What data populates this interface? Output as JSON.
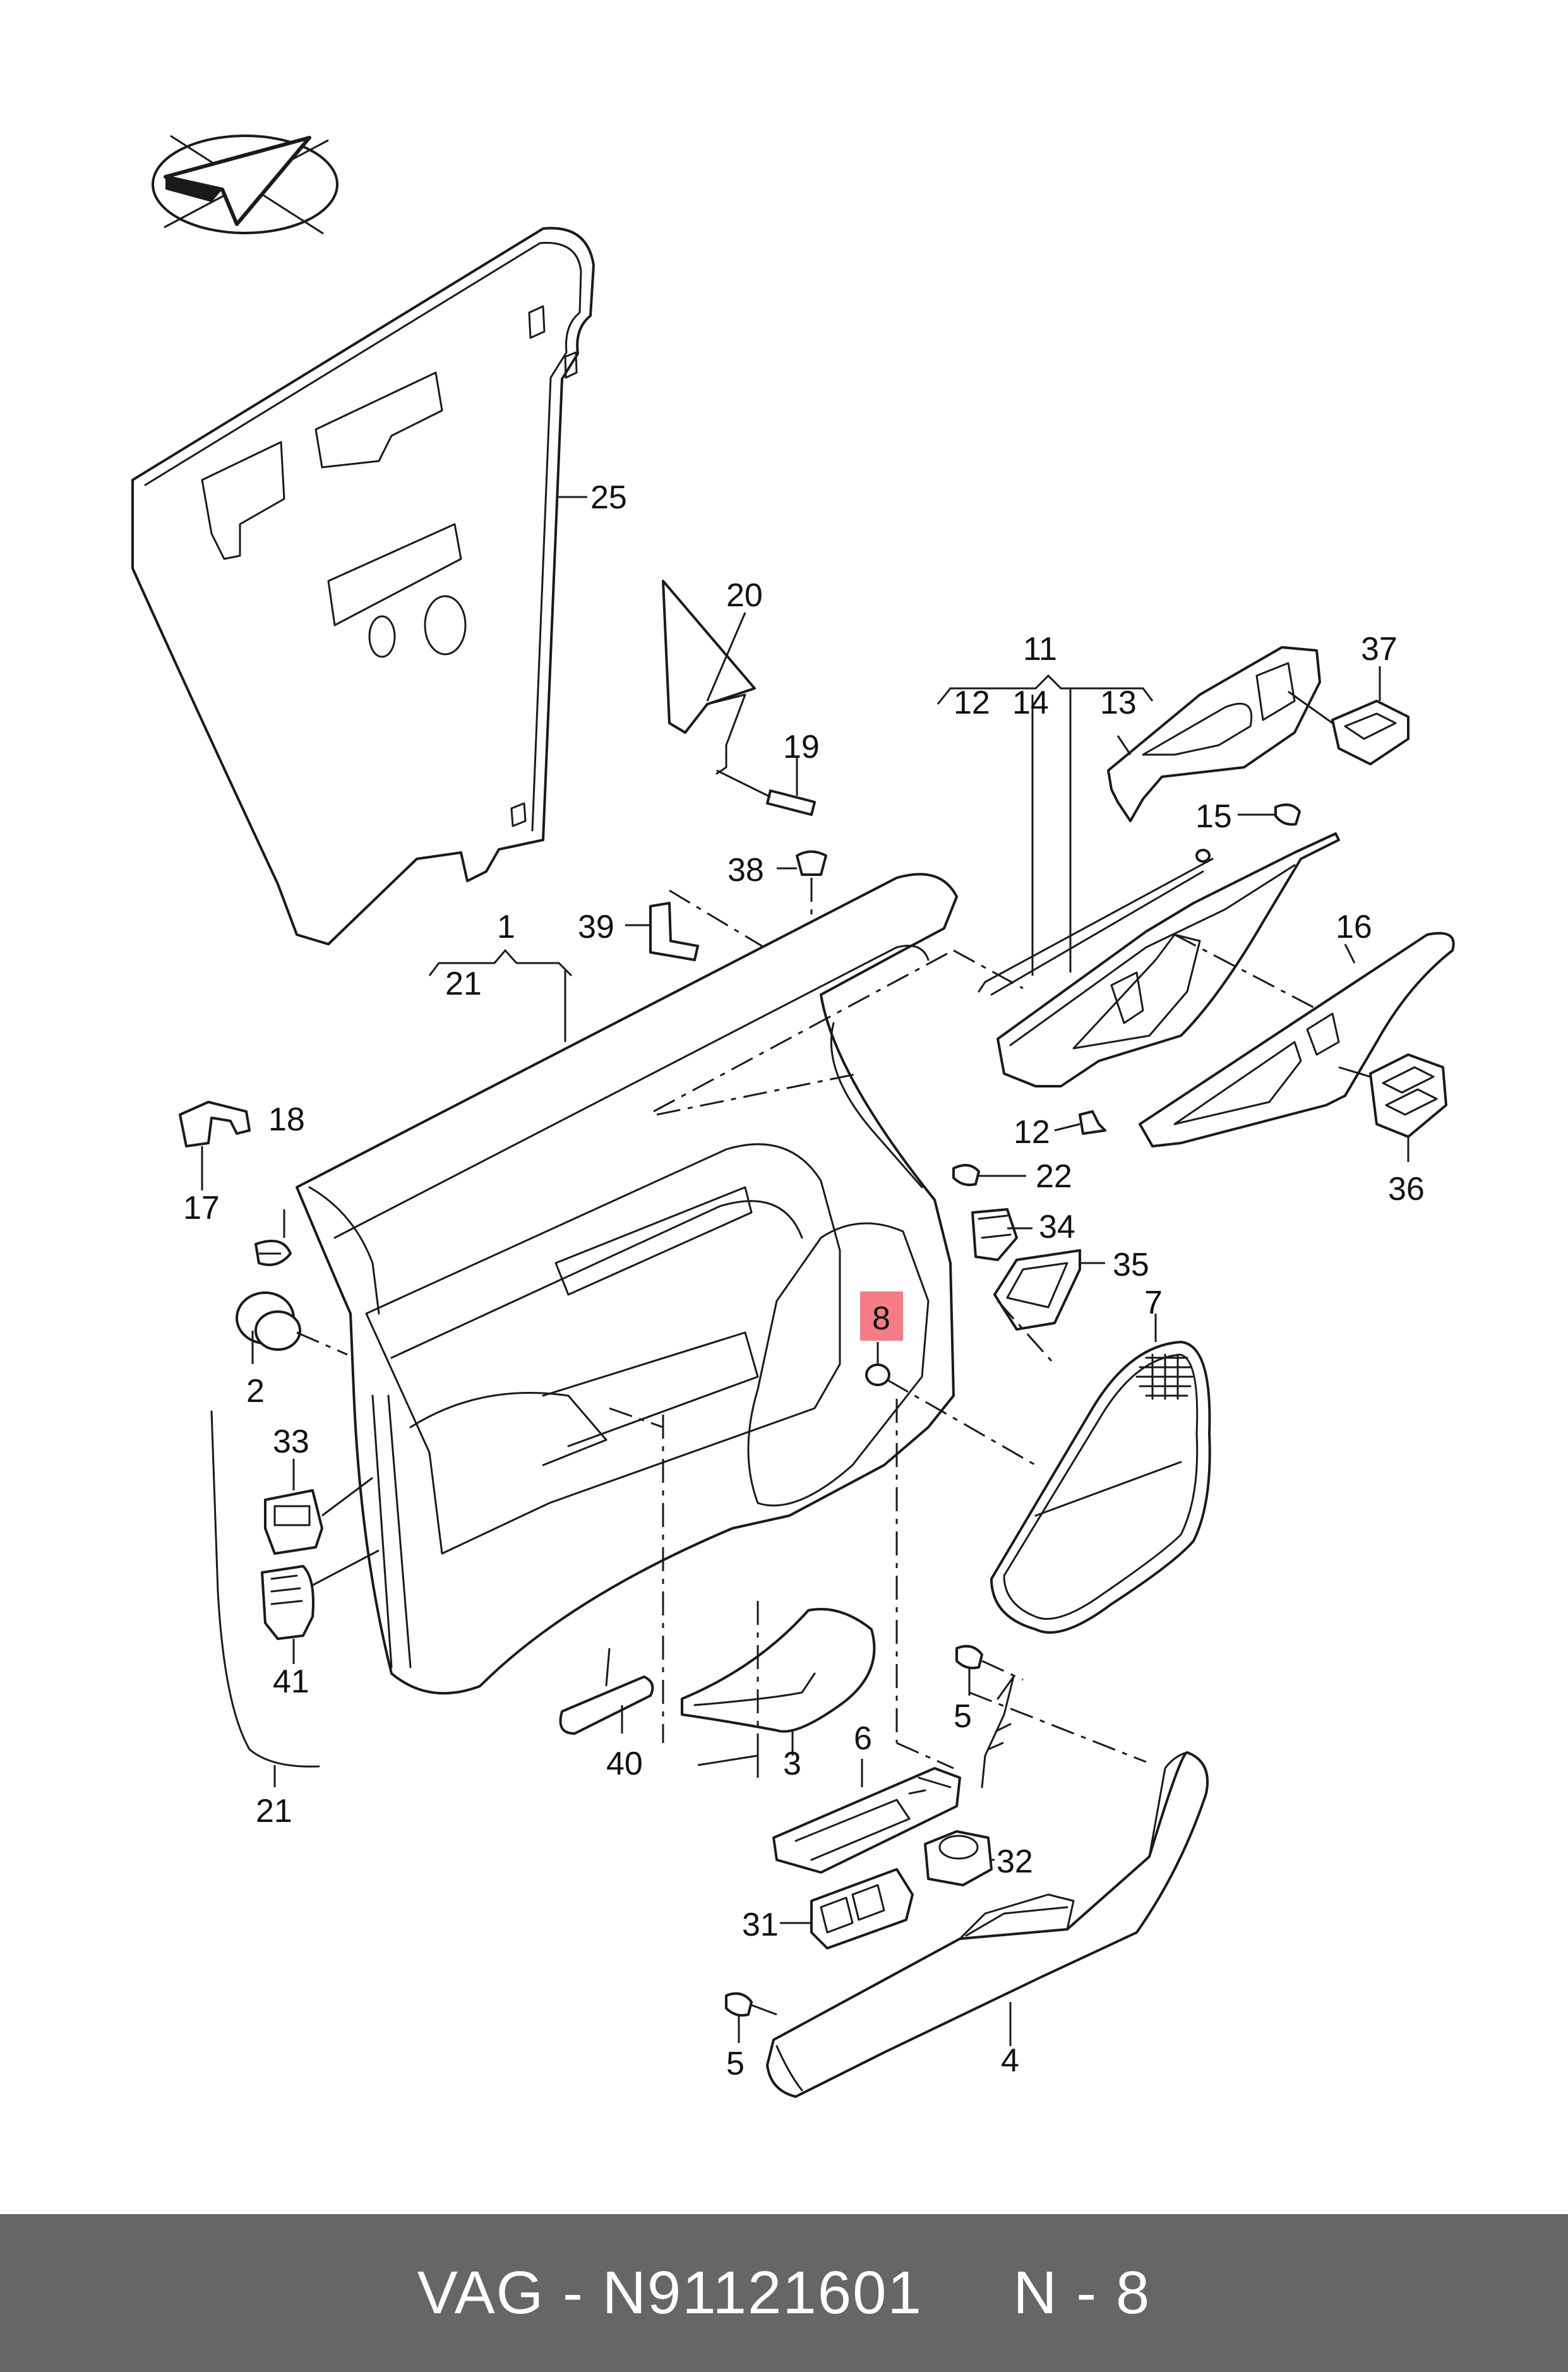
{
  "colors": {
    "background": "#ffffff",
    "line": "#1a1a1a",
    "highlight": "#f47c85",
    "footer_bg": "#666666",
    "footer_text": "#ffffff"
  },
  "icon": "direction-arrow-icon",
  "callouts": {
    "c1": "1",
    "c2": "2",
    "c3": "3",
    "c4": "4",
    "c5a": "5",
    "c5b": "5",
    "c6": "6",
    "c7": "7",
    "c8": "8",
    "c11": "11",
    "c12a": "12",
    "c12b": "12",
    "c13": "13",
    "c14": "14",
    "c15": "15",
    "c16": "16",
    "c17": "17",
    "c18": "18",
    "c19": "19",
    "c20": "20",
    "c21a": "21",
    "c21b": "21",
    "c22": "22",
    "c25": "25",
    "c31": "31",
    "c32": "32",
    "c33": "33",
    "c34": "34",
    "c35": "35",
    "c36": "36",
    "c37": "37",
    "c38": "38",
    "c39": "39",
    "c40": "40",
    "c41": "41"
  },
  "highlighted_part": "8",
  "footer": {
    "brand": "VAG",
    "separator": "-",
    "part_number": "N91121601",
    "position_label": "N - 8"
  }
}
